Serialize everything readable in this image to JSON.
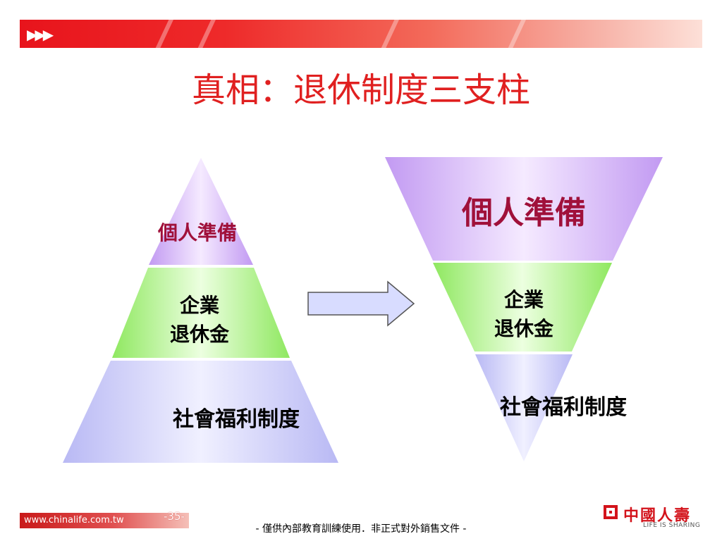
{
  "header": {
    "arrows": "▶▶▶",
    "title": "真相：退休制度三支柱"
  },
  "pyramid": {
    "tiers": [
      {
        "text": "個人準備"
      },
      {
        "line1": "企業",
        "line2": "退休金"
      },
      {
        "text": "社會福利制度"
      }
    ]
  },
  "inverted_pyramid": {
    "tiers": [
      {
        "text": "個人準備"
      },
      {
        "line1": "企業",
        "line2": "退休金"
      },
      {
        "text": "社會福利制度"
      }
    ]
  },
  "footer": {
    "url": "www.chinalife.com.tw",
    "page_number": "-35-",
    "disclaimer": "- 僅供內部教育訓練使用．非正式對外銷售文件 -"
  },
  "logo": {
    "name": "中國人壽",
    "tagline": "LIFE IS SHARING"
  },
  "colors": {
    "title_red": "#e02020",
    "label_red": "#a0103a",
    "purple_tier": "#c9a8f5",
    "green_tier": "#a8f07a",
    "lavender_tier": "#c8c8f7",
    "arrow_fill": "#d8dcff"
  }
}
